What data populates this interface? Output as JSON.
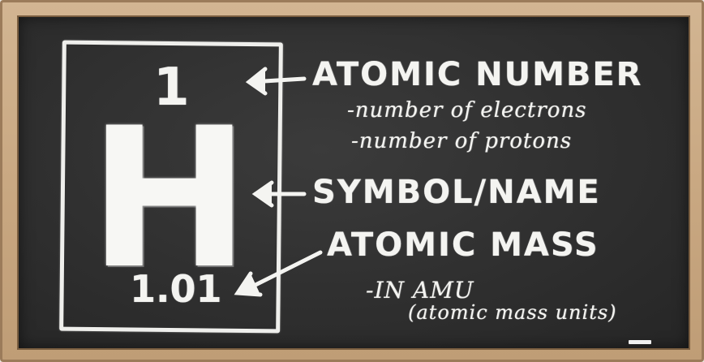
{
  "tile": {
    "atomic_number": "1",
    "symbol": "H",
    "atomic_mass": "1.01"
  },
  "labels": {
    "atomic_number": "ATOMIC NUMBER",
    "atomic_number_note_1": "-number of electrons",
    "atomic_number_note_2": "-number of protons",
    "symbol_name": "SYMBOL/NAME",
    "atomic_mass": "ATOMIC MASS",
    "atomic_mass_note_1": "-IN AMU",
    "atomic_mass_note_2": "(atomic mass units)"
  },
  "colors": {
    "board": "#2f2f2f",
    "chalk": "#f4f4f1",
    "frame": "#c9a882"
  }
}
